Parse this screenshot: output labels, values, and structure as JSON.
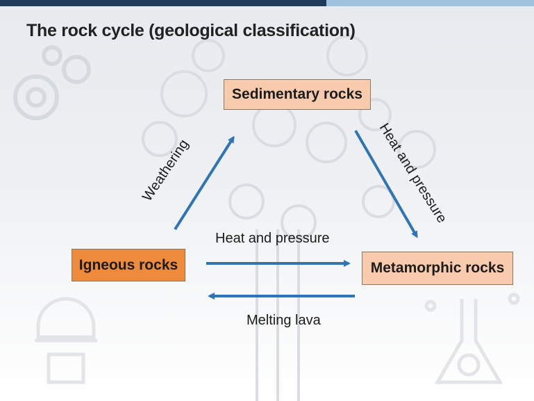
{
  "title": "The rock cycle (geological classification)",
  "nodes": {
    "sedimentary": "Sedimentary rocks",
    "igneous": "Igneous rocks",
    "metamorphic": "Metamorphic rocks"
  },
  "edges": {
    "weathering": "Weathering",
    "heat_pressure_diagonal": "Heat and pressure",
    "heat_pressure_horizontal": "Heat and pressure",
    "melting_lava": "Melting lava"
  },
  "colors": {
    "igneous_fill": "#ed8a3c",
    "sedimentary_fill": "#f8cbad",
    "metamorphic_fill": "#f8cbad",
    "arrow": "#2e75b6"
  }
}
